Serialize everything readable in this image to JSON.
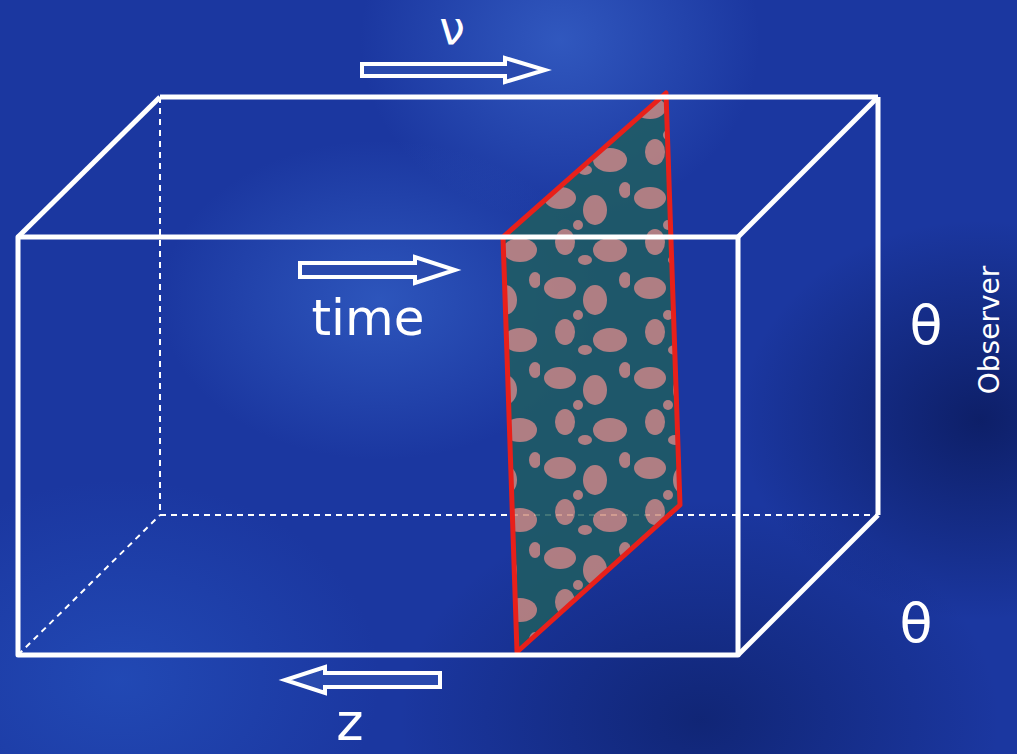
{
  "diagram": {
    "labels": [
      "ν",
      "time",
      "θ",
      "Observer",
      "θ",
      "z"
    ]
  }
}
